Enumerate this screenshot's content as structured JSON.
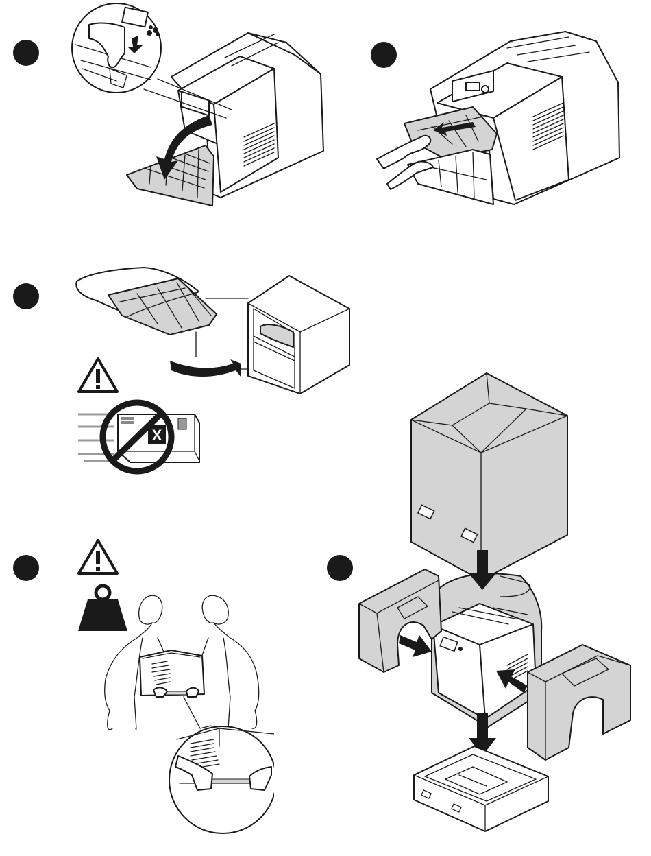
{
  "document": {
    "type": "wordless-instruction-diagram",
    "subject": "printer repacking procedure"
  },
  "colors": {
    "ink": "#1a1a1a",
    "packaging_gray": "#d4d4d4",
    "background": "#ffffff"
  },
  "steps": [
    {
      "id": "step-1",
      "marker": "filled-circle",
      "depicts": "press latch and open front door of printer"
    },
    {
      "id": "step-2",
      "marker": "filled-circle",
      "depicts": "pull maintenance drawer out of printer"
    },
    {
      "id": "step-3",
      "marker": "filled-circle",
      "depicts": "bag drawer and store it level on a shelf",
      "icons": [
        "warning-icon",
        "no-shipping-icon"
      ]
    },
    {
      "id": "step-4",
      "marker": "filled-circle",
      "depicts": "two people lift printer by handholds",
      "icons": [
        "warning-icon",
        "heavy-weight-icon"
      ]
    },
    {
      "id": "step-5",
      "marker": "filled-circle",
      "depicts": "place printer in bag, foam end caps, base tray and carton"
    }
  ]
}
